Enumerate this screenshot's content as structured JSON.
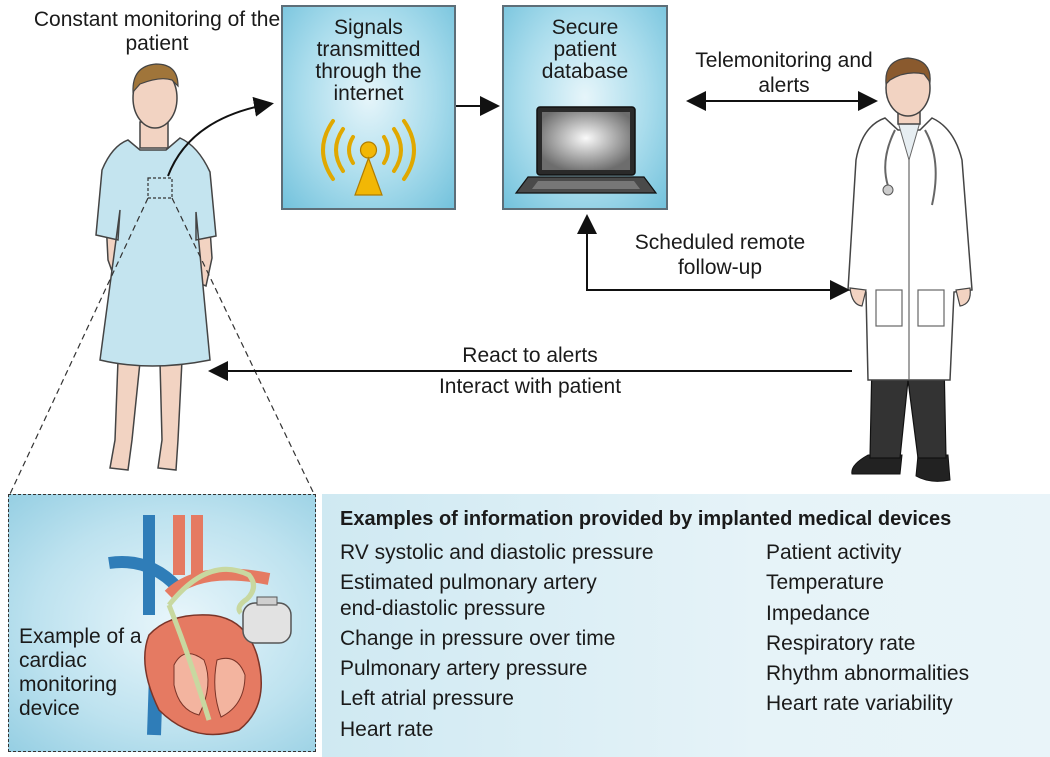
{
  "patient_caption": "Constant monitoring of the patient",
  "signals_box": {
    "title": "Signals transmitted through the internet"
  },
  "database_box": {
    "title": "Secure patient database"
  },
  "telemonitoring_label": "Telemonitoring and alerts",
  "followup_label": "Scheduled remote follow-up",
  "react_label_1": "React to alerts",
  "react_label_2": "Interact with patient",
  "device_caption": "Example of a cardiac monitoring device",
  "info_panel": {
    "title": "Examples of information provided by implanted medical devices",
    "left_items": [
      "RV systolic and diastolic pressure",
      "Estimated pulmonary artery",
      "end-diastolic pressure",
      "Change in pressure over time",
      "Pulmonary artery pressure",
      "Left atrial pressure",
      "Heart rate"
    ],
    "right_items": [
      "Patient activity",
      "Temperature",
      "Impedance",
      "Respiratory rate",
      "Rhythm abnormalities",
      "Heart rate variability"
    ]
  },
  "colors": {
    "box_blue": "#73c2dc",
    "gown_blue": "#c4e4ef",
    "skin": "#f2d3c2",
    "hair": "#a0753a",
    "vein_blue": "#2f7db8",
    "artery_red": "#e57a62"
  }
}
